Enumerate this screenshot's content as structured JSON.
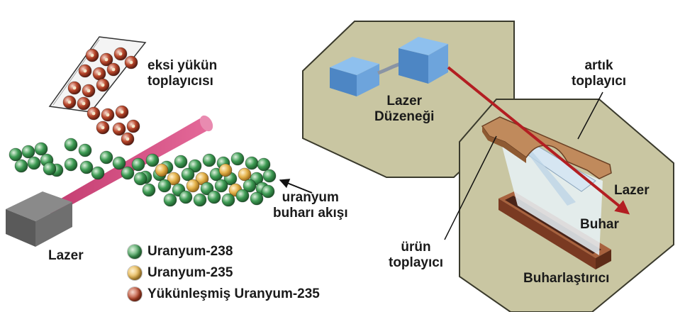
{
  "left": {
    "collector_label": [
      "eksi yükün",
      "toplayıcısı"
    ],
    "stream_label": [
      "uranyum",
      "buharı akışı"
    ],
    "laser_label": "Lazer",
    "legend": [
      {
        "label": "Uranyum-238",
        "color": "#3e9c54"
      },
      {
        "label": "Uranyum-235",
        "color": "#e4b24a"
      },
      {
        "label": "Yükünleşmiş Uranyum-235",
        "color": "#b8462a"
      }
    ]
  },
  "right": {
    "laser_unit_label": [
      "Lazer",
      "Düzeneği"
    ],
    "residue_label": [
      "artık",
      "toplayıcı"
    ],
    "laser_label": "Lazer",
    "vapor_label": "Buhar",
    "product_label": [
      "ürün",
      "toplayıcı"
    ],
    "vaporizer_label": "Buharlaştırıcı"
  },
  "colors": {
    "u238": "#3e9c54",
    "u235": "#e4b24a",
    "ionized": "#b8462a",
    "beam_pink": "#d2407a",
    "beam_red": "#b31e22",
    "panel": "#c9c6a2",
    "unit_blue": "#5c9ad4",
    "collector_brown": "#c08a5c",
    "vaporizer_brown": "#8e4c34"
  }
}
